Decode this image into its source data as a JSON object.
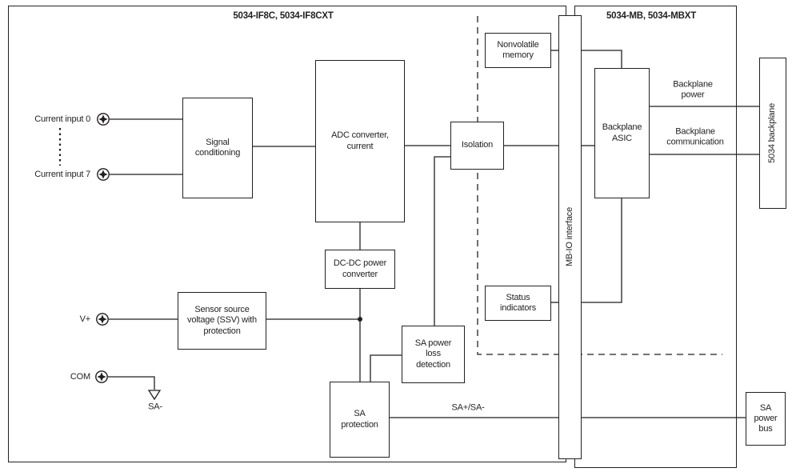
{
  "titles": {
    "left_module": "5034-IF8C, 5034-IF8CXT",
    "right_module": "5034-MB, 5034-MBXT"
  },
  "blocks": {
    "signal_conditioning": "Signal\nconditioning",
    "adc_converter": "ADC converter,\ncurrent",
    "isolation": "Isolation",
    "nonvolatile_memory": "Nonvolatile\nmemory",
    "backplane_asic": "Backplane\nASIC",
    "mb_io_interface": "MB-IO interface",
    "backplane_5034": "5034 backplane",
    "dcdc_converter": "DC-DC power\nconverter",
    "ssv": "Sensor source\nvoltage (SSV) with\nprotection",
    "sa_power_loss": "SA power\nloss\ndetection",
    "sa_protection": "SA\nprotection",
    "status_indicators": "Status\nindicators",
    "sa_power_bus": "SA\npower\nbus"
  },
  "terminals": {
    "current_input_0": "Current input 0",
    "current_input_7": "Current input 7",
    "v_plus": "V+",
    "com": "COM",
    "sa_minus": "SA-"
  },
  "wire_labels": {
    "sa_bus": "SA+/SA-",
    "backplane_power": "Backplane\npower",
    "backplane_communication": "Backplane\ncommunication"
  },
  "colors": {
    "line": "#231f20",
    "background": "#ffffff"
  }
}
